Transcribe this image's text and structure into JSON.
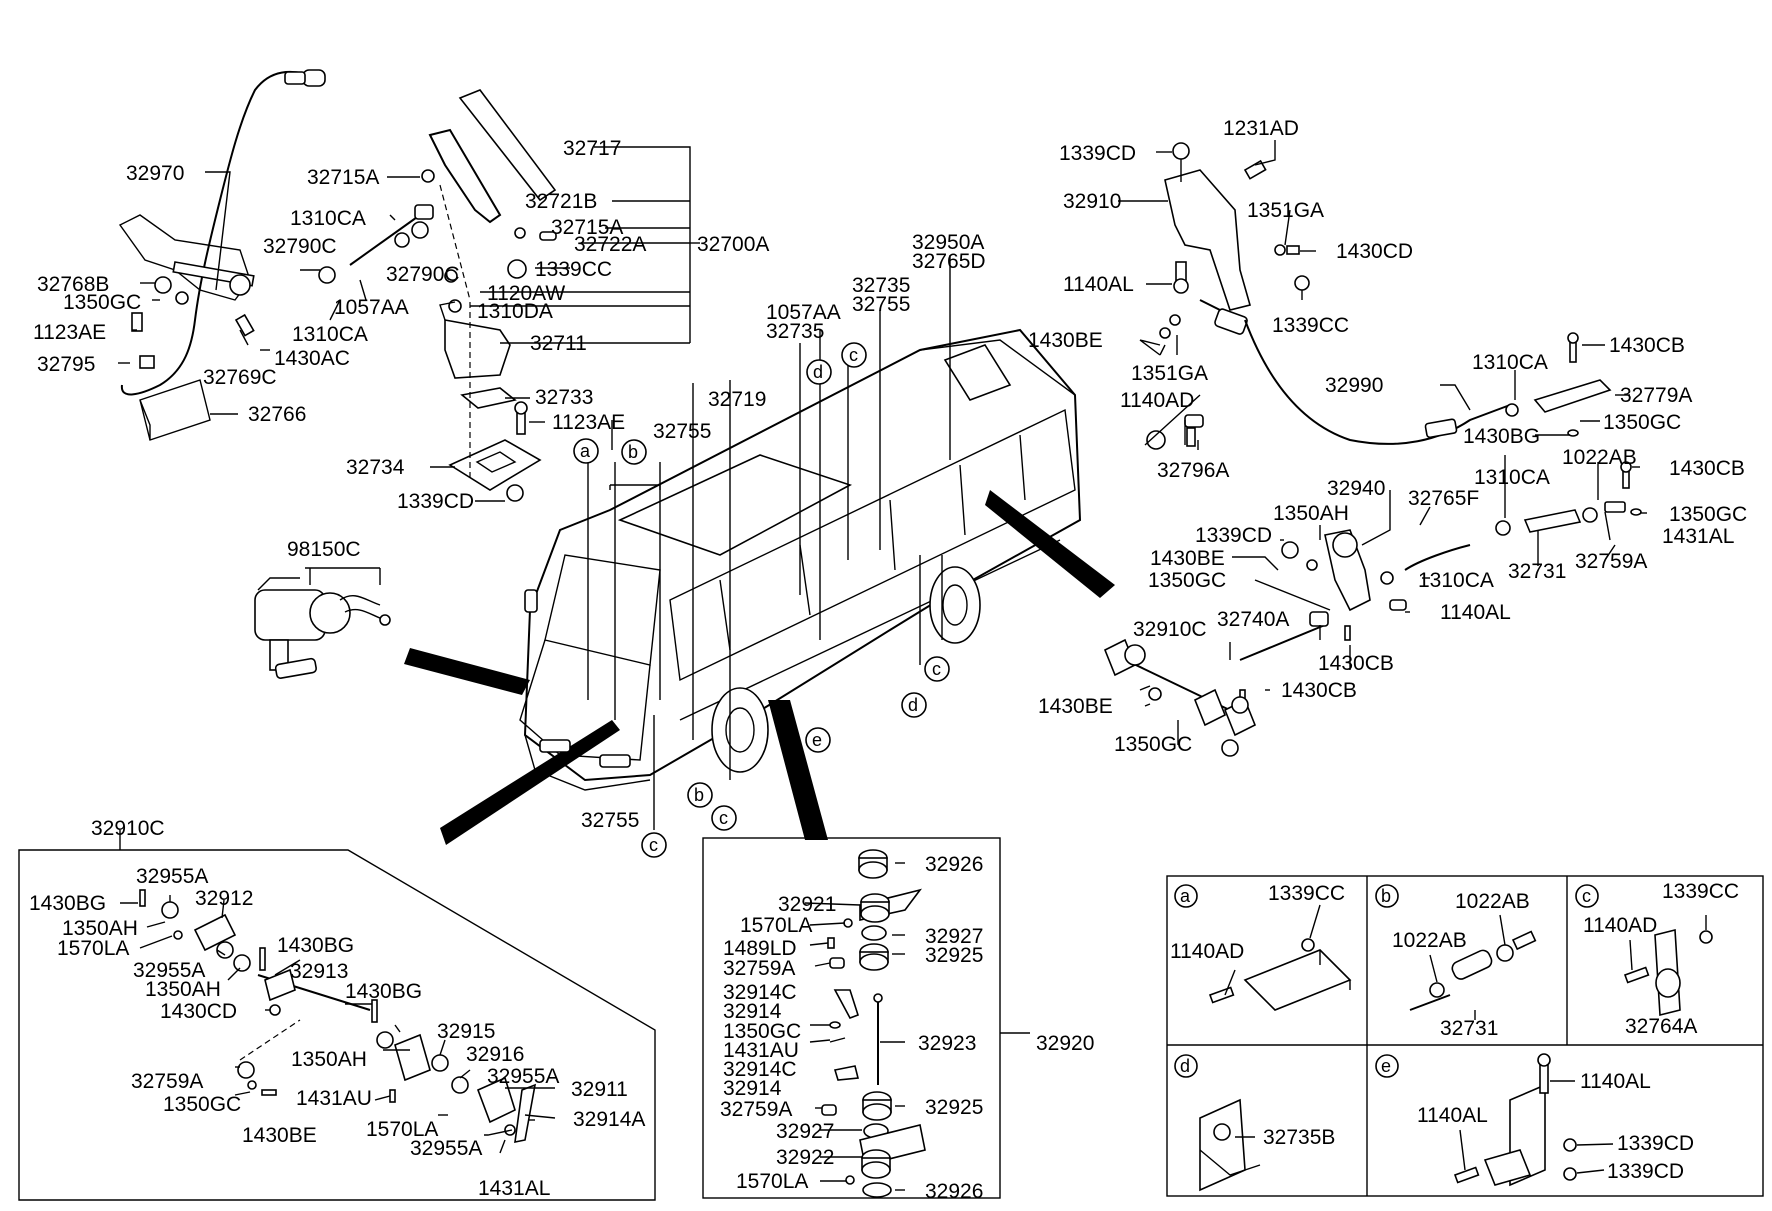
{
  "labels": {
    "l32970": "32970",
    "l32768B": "32768B",
    "l1350GC_a": "1350GC",
    "l1123AE_a": "1123AE",
    "l32795": "32795",
    "l32769C": "32769C",
    "l1430AC": "1430AC",
    "l32766": "32766",
    "l32790C_a": "32790C",
    "l1310CA_a": "1310CA",
    "l1057AA_a": "1057AA",
    "l1310CA_b": "1310CA",
    "l32715A_a": "32715A",
    "l32717": "32717",
    "l32721B": "32721B",
    "l32715A_b": "32715A",
    "l32722A": "32722A",
    "l32700A": "32700A",
    "l32790C_b": "32790C",
    "l1339CC_a": "1339CC",
    "l1120AW": "1120AW",
    "l1310DA": "1310DA",
    "l32711": "32711",
    "l32733": "32733",
    "l1123AE_b": "1123AE",
    "l32734": "32734",
    "l1339CD_a": "1339CD",
    "l98150C": "98150C",
    "l1057AA_b": "1057AA",
    "l32735_a": "32735",
    "l32735_b": "32735",
    "l32755_a": "32755",
    "l32950A": "32950A",
    "l32765D": "32765D",
    "l32719": "32719",
    "l32755_b": "32755",
    "l32755_c": "32755",
    "l1339CD_b": "1339CD",
    "l1231AD": "1231AD",
    "l32910": "32910",
    "l1351GA_a": "1351GA",
    "l1430CD_a": "1430CD",
    "l1140AL_a": "1140AL",
    "l1339CC_b": "1339CC",
    "l1430BE_a": "1430BE",
    "l1351GA_b": "1351GA",
    "l32990": "32990",
    "l1310CA_c": "1310CA",
    "l1430CB_a": "1430CB",
    "l32779A": "32779A",
    "l1140AD_a": "1140AD",
    "l1430BG_a": "1430BG",
    "l1350GC_b": "1350GC",
    "l32796A": "32796A",
    "l1022AB_a": "1022AB",
    "l1430CB_b": "1430CB",
    "l32940": "32940",
    "l1310CA_d": "1310CA",
    "l32765F": "32765F",
    "l1350AH_a": "1350AH",
    "l1350GC_c": "1350GC",
    "l1339CD_c": "1339CD",
    "l1431AL_a": "1431AL",
    "l1430BE_b": "1430BE",
    "l32731_a": "32731",
    "l32759A_a": "32759A",
    "l1350GC_d": "1350GC",
    "l1310CA_e": "1310CA",
    "l1140AL_b": "1140AL",
    "l32910C_a": "32910C",
    "l32740A": "32740A",
    "l1430CB_c": "1430CB",
    "l1430CB_d": "1430CB",
    "l1430BE_c": "1430BE",
    "l1350GC_e": "1350GC",
    "l32910C_b": "32910C",
    "l32955A_a": "32955A",
    "l1430BG_b": "1430BG",
    "l32912": "32912",
    "l1350AH_b": "1350AH",
    "l1570LA_a": "1570LA",
    "l1430BG_c": "1430BG",
    "l32955A_b": "32955A",
    "l1350AH_c": "1350AH",
    "l32913": "32913",
    "l1430CD_b": "1430CD",
    "l1430BG_d": "1430BG",
    "l32915": "32915",
    "l1350AH_d": "1350AH",
    "l32916": "32916",
    "l32955A_c": "32955A",
    "l32759A_b": "32759A",
    "l32911": "32911",
    "l1350GC_f": "1350GC",
    "l1431AU_a": "1431AU",
    "l1570LA_b": "1570LA",
    "l32914A": "32914A",
    "l1430BE_d": "1430BE",
    "l32955A_d": "32955A",
    "l1431AL_b": "1431AL",
    "l32926_a": "32926",
    "l32921": "32921",
    "l1570LA_c": "1570LA",
    "l32927_a": "32927",
    "l1489LD": "1489LD",
    "l32925_a": "32925",
    "l32759A_c": "32759A",
    "l32914C_a": "32914C",
    "l32914_a": "32914",
    "l1350GC_g": "1350GC",
    "l32923": "32923",
    "l32920": "32920",
    "l1431AU_b": "1431AU",
    "l32914C_b": "32914C",
    "l32914_b": "32914",
    "l32759A_d": "32759A",
    "l32925_b": "32925",
    "l32927_b": "32927",
    "l32922": "32922",
    "l1570LA_d": "1570LA",
    "l32926_b": "32926",
    "l1339CC_c": "1339CC",
    "l1140AD_b": "1140AD",
    "l1022AB_b": "1022AB",
    "l1022AB_c": "1022AB",
    "l32731_b": "32731",
    "l1339CC_d": "1339CC",
    "l1140AD_c": "1140AD",
    "l32764A": "32764A",
    "l32735B": "32735B",
    "l1140AL_c": "1140AL",
    "l1140AL_d": "1140AL",
    "l1339CD_d": "1339CD",
    "l1339CD_e": "1339CD"
  },
  "callouts": {
    "a": "a",
    "b": "b",
    "c": "c",
    "d": "d",
    "e": "e"
  }
}
